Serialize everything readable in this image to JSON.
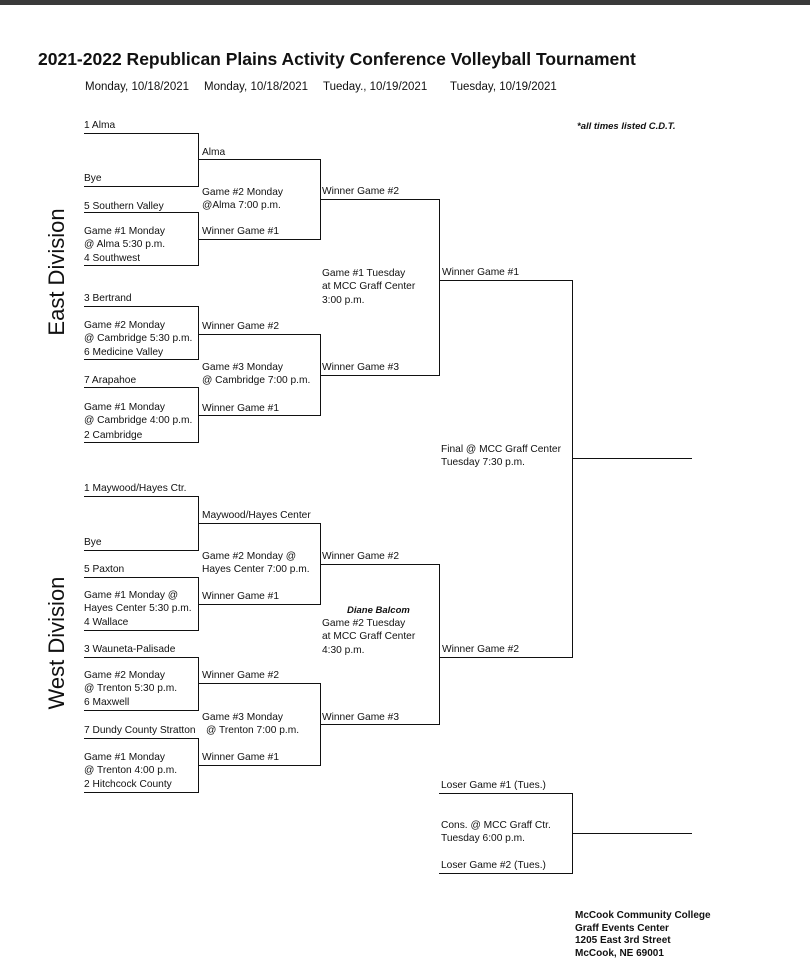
{
  "title": "2021-2022 Republican Plains Activity Conference Volleyball Tournament",
  "dates": [
    "Monday, 10/18/2021",
    "Monday, 10/18/2021",
    "Tueday., 10/19/2021",
    "Tuesday, 10/19/2021"
  ],
  "note": "*all times listed C.D.T.",
  "divisions": {
    "east": "East Division",
    "west": "West Division"
  },
  "east": {
    "teams": [
      "1 Alma",
      "Bye",
      "5 Southern Valley",
      "4 Southwest",
      "3 Bertrand",
      "6 Medicine Valley",
      "7 Arapahoe",
      "2 Cambridge"
    ],
    "r1": [
      {
        "line1": "Game #1 Monday",
        "line2": "@ Alma  5:30 p.m."
      },
      {
        "line1": "Game #2 Monday",
        "line2": "@ Cambridge 5:30 p.m."
      },
      {
        "line1": "Game #1 Monday",
        "line2": "@ Cambridge 4:00 p.m."
      }
    ],
    "r2": [
      {
        "slot": "Alma"
      },
      {
        "slot": "Winner Game #1",
        "line1": "Game #2 Monday",
        "line2": "@Alma   7:00 p.m."
      },
      {
        "slot": "Winner Game #2"
      },
      {
        "slot": "Winner Game #1",
        "line1": "Game #3 Monday",
        "line2": "@ Cambridge 7:00 p.m."
      }
    ],
    "r3": {
      "top": "Winner Game #2",
      "bottom": "Winner Game #3",
      "line1": "Game #1  Tuesday",
      "line2": "at MCC Graff Center",
      "line3": "3:00 p.m."
    },
    "semi": "Winner Game #1"
  },
  "west": {
    "teams": [
      "1 Maywood/Hayes Ctr.",
      "Bye",
      "5 Paxton",
      "4 Wallace",
      "3 Wauneta-Palisade",
      "6 Maxwell",
      "7 Dundy County Stratton",
      "2 Hitchcock County"
    ],
    "r1": [
      {
        "line1": "Game #1 Monday  @",
        "line2": "Hayes Center 5:30 p.m."
      },
      {
        "line1": "Game #2 Monday",
        "line2": "@ Trenton   5:30 p.m."
      },
      {
        "line1": "Game #1 Monday",
        "line2": "@ Trenton   4:00 p.m."
      }
    ],
    "r2": [
      {
        "slot": "Maywood/Hayes Center"
      },
      {
        "slot": "Winner Game #1",
        "line1": "Game #2 Monday   @",
        "line2": "Hayes Center 7:00 p.m."
      },
      {
        "slot": "Winner Game #2"
      },
      {
        "slot": "Winner Game #1",
        "line1": "Game #3 Monday",
        "line2": "@ Trenton   7:00 p.m."
      }
    ],
    "r3": {
      "top": "Winner Game #2",
      "bottom": "Winner Game #3",
      "official": "Diane Balcom",
      "line1": "Game #2 Tuesday",
      "line2": "at MCC Graff Center",
      "line3": "4:30 p.m."
    },
    "semi": "Winner Game #2"
  },
  "final": {
    "line1": "Final @ MCC Graff Center",
    "line2": "Tuesday   7:30 p.m."
  },
  "consolation": {
    "top": "Loser Game #1 (Tues.)",
    "line1": "Cons. @ MCC Graff Ctr.",
    "line2": "Tuesday   6:00 p.m.",
    "bottom": "Loser Game #2 (Tues.)"
  },
  "college": {
    "name": "McCook Community College",
    "venue": "Graff Events Center",
    "street": "1205 East 3rd Street",
    "city": "McCook, NE 69001"
  }
}
